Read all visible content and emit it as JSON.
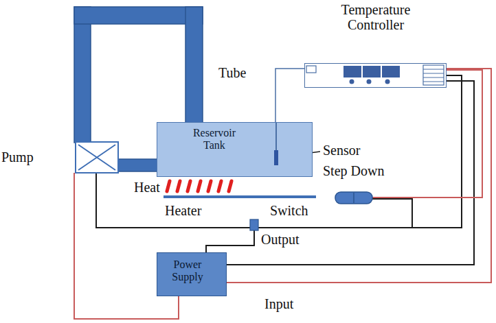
{
  "diagram": {
    "nodes": [
      {
        "text": [
          "Temperature Controller"
        ]
      },
      {
        "text": [
          "Reservoir Tank"
        ]
      },
      {
        "text": [
          "Power Supply"
        ]
      }
    ],
    "edges": [
      {
        "from": 1,
        "to": 0,
        "arrow": "none"
      },
      {
        "from": 2,
        "to": 0,
        "arrow": "none"
      }
    ],
    "labels": [
      "Tube",
      "Pump",
      "Sensor",
      "Step Down",
      "Heat",
      "Heater",
      "Switch",
      "Output",
      "Input"
    ]
  }
}
